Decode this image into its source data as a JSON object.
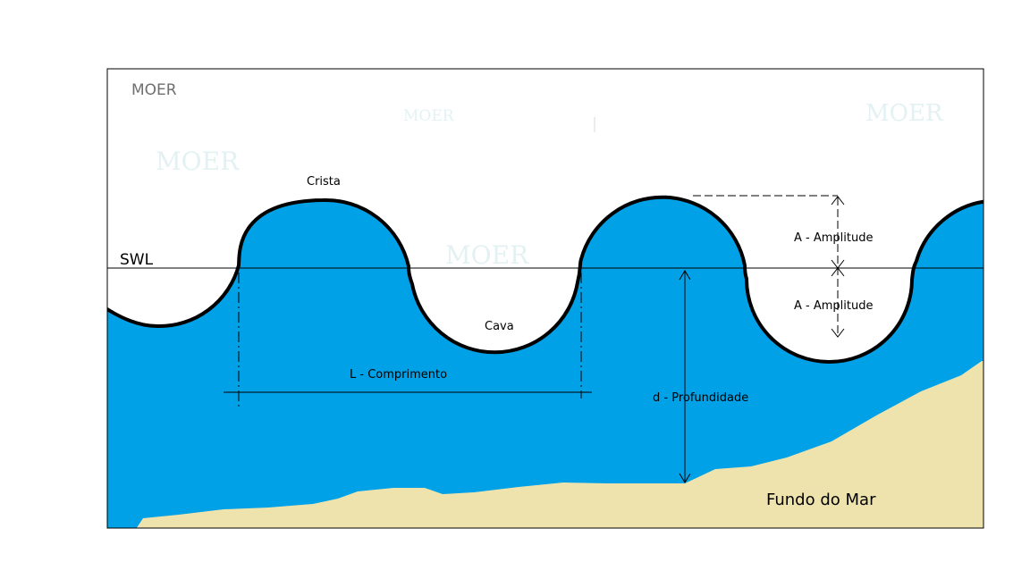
{
  "watermarks": [
    "MOER",
    "MOER",
    "MOER",
    "MOER",
    "MOER"
  ],
  "labels": {
    "crest": "Crista",
    "trough": "Cava",
    "swl": "SWL",
    "amplitude_upper": "A - Amplitude",
    "amplitude_lower": "A - Amplitude",
    "wavelength": "L - Comprimento",
    "depth": "d - Profundidade",
    "seabed": "Fundo do Mar"
  },
  "colors": {
    "water": "#00a1e6",
    "seabed": "#efe3ad",
    "wave_outline": "#000000",
    "watermark": "#e3f1f3"
  }
}
